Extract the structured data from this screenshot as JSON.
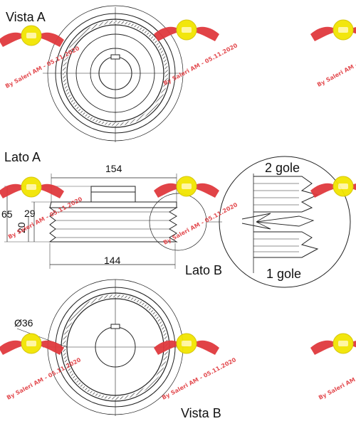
{
  "views": {
    "view_a": "Vista A",
    "side_a": "Lato A",
    "side_b": "Lato B",
    "view_b": "Vista B"
  },
  "dimensions": {
    "width_top": "154",
    "width_bottom": "144",
    "height_total": "65",
    "height_hub": "29",
    "height_groove": "20",
    "bore_diameter": "Ø36"
  },
  "detail": {
    "grooves_top": "2 gole",
    "grooves_bottom": "1 gole"
  },
  "watermark": {
    "text": "By Saleri AM - 05.11.2020",
    "color": "#e0393e",
    "badge_color": "#f2e500"
  }
}
